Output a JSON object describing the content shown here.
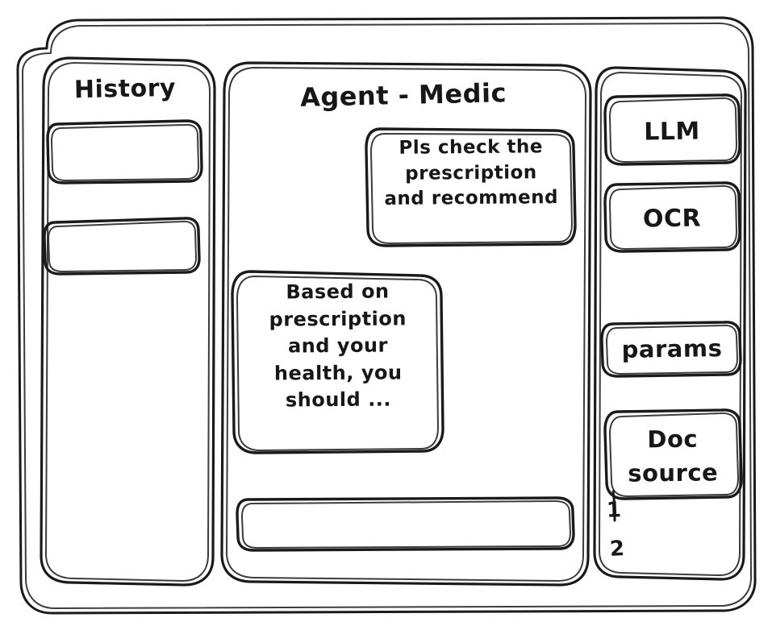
{
  "window": {
    "style": "hand-drawn-wireframe",
    "stroke_color": "#1a1a1a",
    "background_color": "#ffffff"
  },
  "sidebar": {
    "title": "History",
    "items": [
      {
        "label": "",
        "name": "history-item-1"
      },
      {
        "label": "",
        "name": "history-item-2"
      }
    ]
  },
  "main": {
    "title": "Agent - Medic",
    "messages": [
      {
        "role": "user",
        "text": "Pls check the\nprescription\nand recommend"
      },
      {
        "role": "assistant",
        "text": "Based on\nprescription\nand your\nhealth, you\nshould ..."
      }
    ],
    "composer": {
      "value": "",
      "placeholder": ""
    }
  },
  "tools_panel": {
    "buttons": [
      {
        "label": "LLM",
        "name": "llm-button"
      },
      {
        "label": "OCR",
        "name": "ocr-button"
      },
      {
        "label": "params",
        "name": "params-button"
      }
    ],
    "doc_source": {
      "label": "Doc\nsource",
      "items": [
        "1",
        "2"
      ]
    }
  }
}
